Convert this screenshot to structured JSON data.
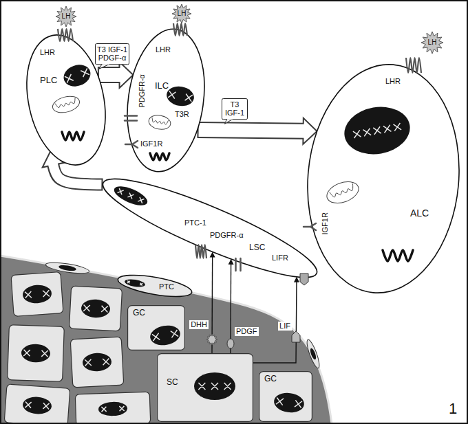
{
  "diagram": {
    "nodes": [
      {
        "text": [
          "PLC"
        ]
      },
      {
        "text": [
          "T3 IGF-1 PDGF-α"
        ]
      },
      {
        "text": [
          "ILC"
        ]
      },
      {
        "text": [
          "T3 IGF-1"
        ]
      },
      {
        "text": [
          "ALC"
        ]
      },
      {
        "text": [
          "LSC"
        ]
      },
      {
        "text": [
          "PTC"
        ]
      },
      {
        "text": [
          "GC"
        ]
      },
      {
        "text": [
          "SC"
        ]
      },
      {
        "text": [
          "GC"
        ]
      }
    ],
    "edges": [
      {
        "from": 0,
        "to": 2,
        "arrow": "to"
      },
      {
        "from": 2,
        "to": 4,
        "arrow": "to"
      },
      {
        "from": 5,
        "to": 0,
        "arrow": "to"
      },
      {
        "from": 8,
        "to": 5,
        "arrow": "to",
        "label": "DHH"
      },
      {
        "from": 8,
        "to": 5,
        "arrow": "to",
        "label": "PDGF"
      },
      {
        "from": 8,
        "to": 5,
        "arrow": "to",
        "label": "LIF"
      }
    ],
    "labels": [
      "LH",
      "LHR",
      "LH",
      "LHR",
      "PDGFR-α",
      "T3R",
      "IGF1R",
      "LH",
      "LHR",
      "IGF1R",
      "PTC-1",
      "PDGFR-α",
      "LIFR",
      "1"
    ]
  }
}
